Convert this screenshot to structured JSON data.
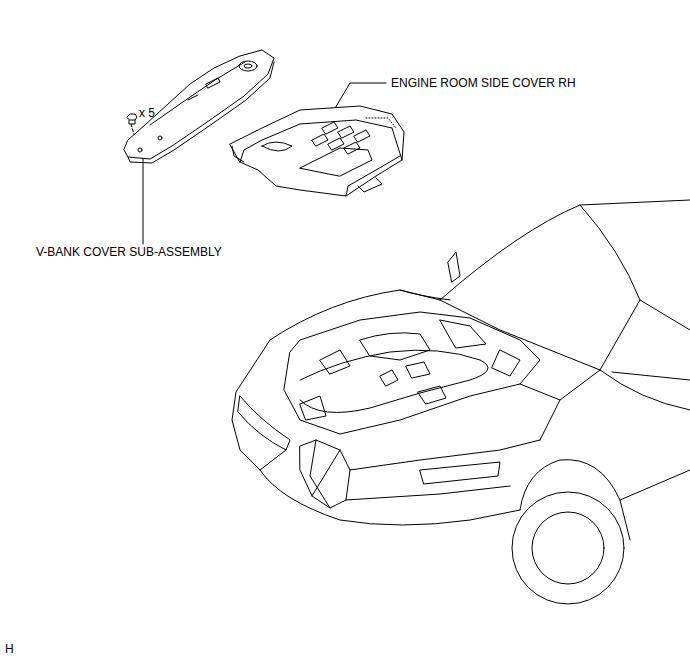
{
  "diagram": {
    "labels": [
      "ENGINE ROOM SIDE COVER RH",
      "x 5",
      "V-BANK COVER SUB-ASSEMBLY",
      "H"
    ]
  }
}
